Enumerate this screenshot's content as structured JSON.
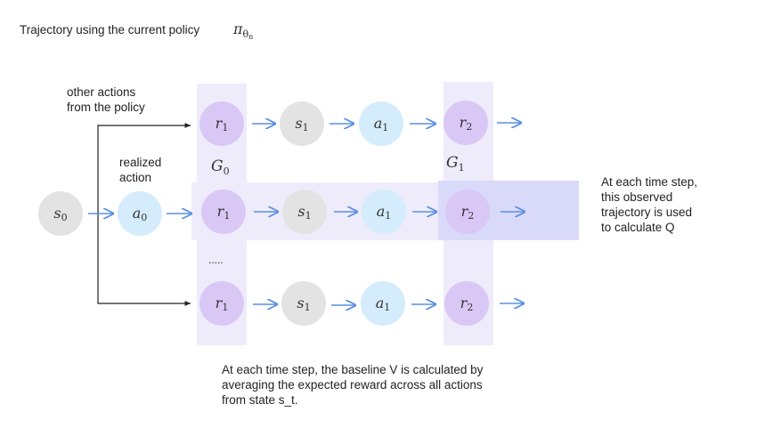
{
  "title": {
    "main": "Trajectory using the current policy",
    "symbol": "π",
    "sub": "θ",
    "subsub": "n"
  },
  "labels": {
    "other_actions": [
      "other actions",
      "from the policy"
    ],
    "realized_action": [
      "realized",
      "action"
    ],
    "ellipsis": ".....",
    "q_note": [
      "At each time step,",
      "this observed",
      "trajectory is used",
      "to calculate Q"
    ],
    "v_note": [
      "At each time step, the baseline V is calculated by",
      "averaging the expected reward across all actions",
      "from state s_t."
    ]
  },
  "returns": [
    {
      "main": "G",
      "sub": "0"
    },
    {
      "main": "G",
      "sub": "1"
    }
  ],
  "nodes": {
    "s0": {
      "main": "s",
      "sub": "0"
    },
    "a0": {
      "main": "a",
      "sub": "0"
    },
    "rows": [
      [
        {
          "main": "r",
          "sub": "1"
        },
        {
          "main": "s",
          "sub": "1"
        },
        {
          "main": "a",
          "sub": "1"
        },
        {
          "main": "r",
          "sub": "2"
        }
      ],
      [
        {
          "main": "r",
          "sub": "1"
        },
        {
          "main": "s",
          "sub": "1"
        },
        {
          "main": "a",
          "sub": "1"
        },
        {
          "main": "r",
          "sub": "2"
        }
      ],
      [
        {
          "main": "r",
          "sub": "1"
        },
        {
          "main": "s",
          "sub": "1"
        },
        {
          "main": "a",
          "sub": "1"
        },
        {
          "main": "r",
          "sub": "2"
        }
      ]
    ]
  },
  "colors": {
    "reward": "#d9c8f5",
    "state": "#e3e3e3",
    "action": "#d4ecfb",
    "column_band": "#eeecfb",
    "row_band": "#eeecfb",
    "highlight": "#d9d9fa",
    "arrow": "#5b8fe0",
    "line": "#222222"
  }
}
